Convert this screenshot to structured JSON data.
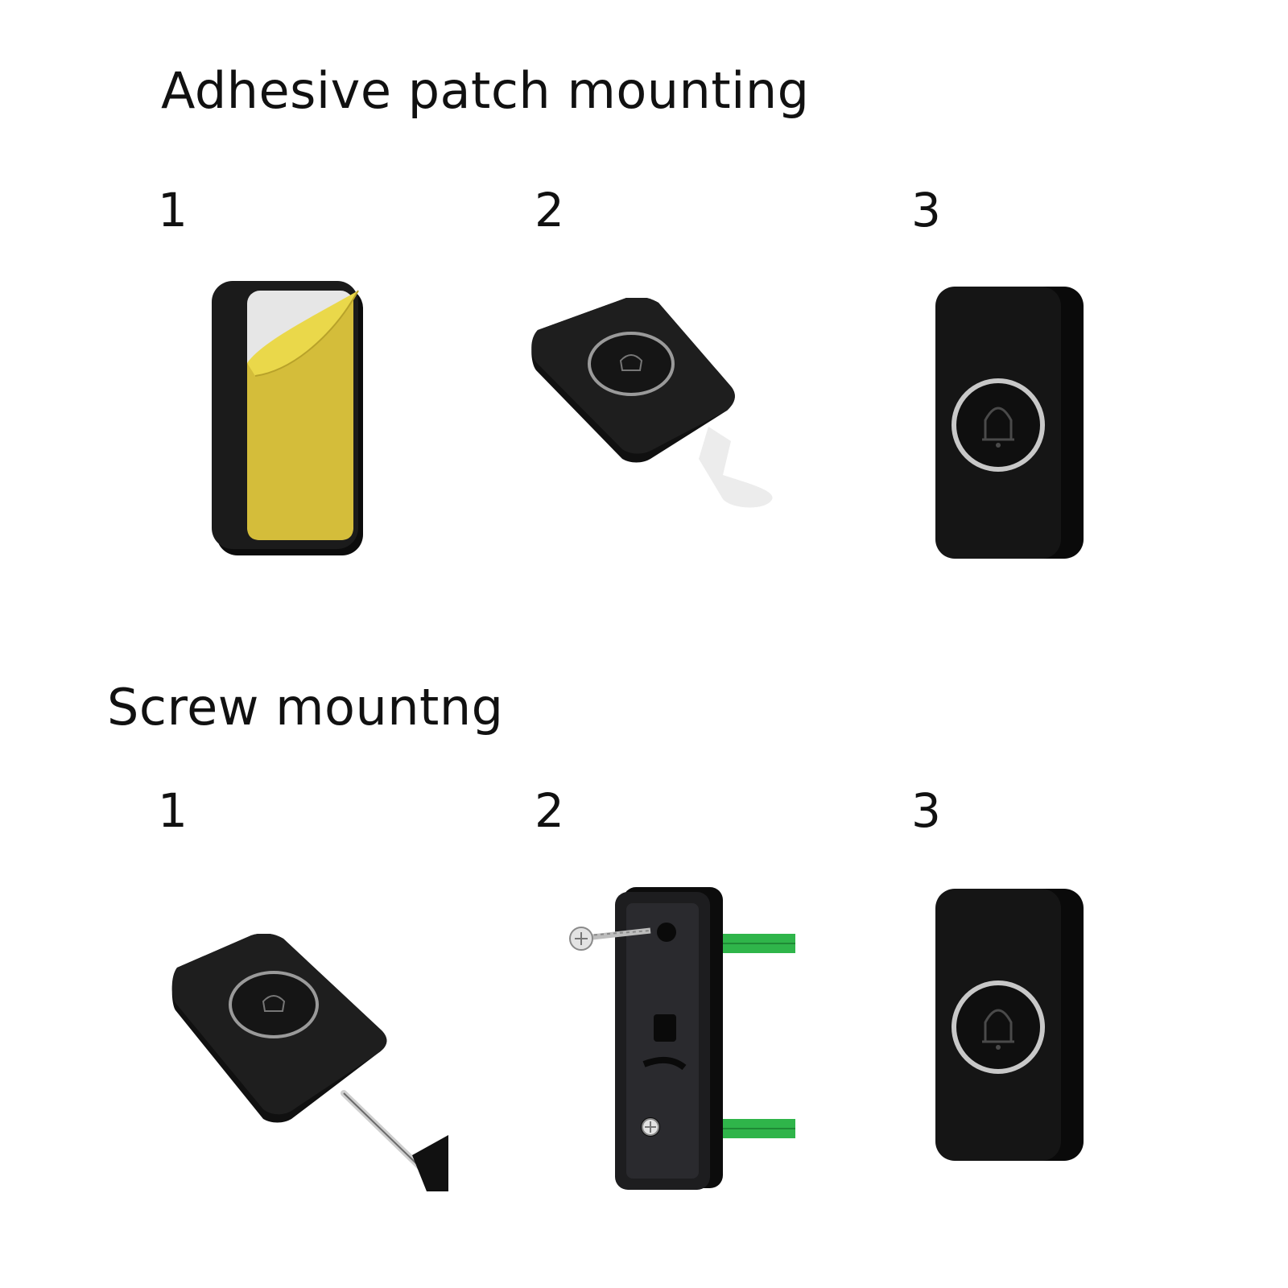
{
  "sections": [
    {
      "title": "Adhesive patch mounting",
      "steps": [
        {
          "number": "1",
          "image": "device-back-with-yellow-adhesive-patch"
        },
        {
          "number": "2",
          "image": "device-pulling-battery-tab"
        },
        {
          "number": "3",
          "image": "doorbell-button-front"
        }
      ]
    },
    {
      "title": "Screw mountng",
      "steps": [
        {
          "number": "1",
          "image": "device-opened-with-screwdriver"
        },
        {
          "number": "2",
          "image": "backplate-with-screws-and-wall-anchors"
        },
        {
          "number": "3",
          "image": "doorbell-button-front"
        }
      ]
    }
  ],
  "colors": {
    "device_body": "#111111",
    "adhesive_yellow": "#d4bd3a",
    "ring_silver": "#c8c8c8",
    "anchor_green": "#2fb54a"
  }
}
